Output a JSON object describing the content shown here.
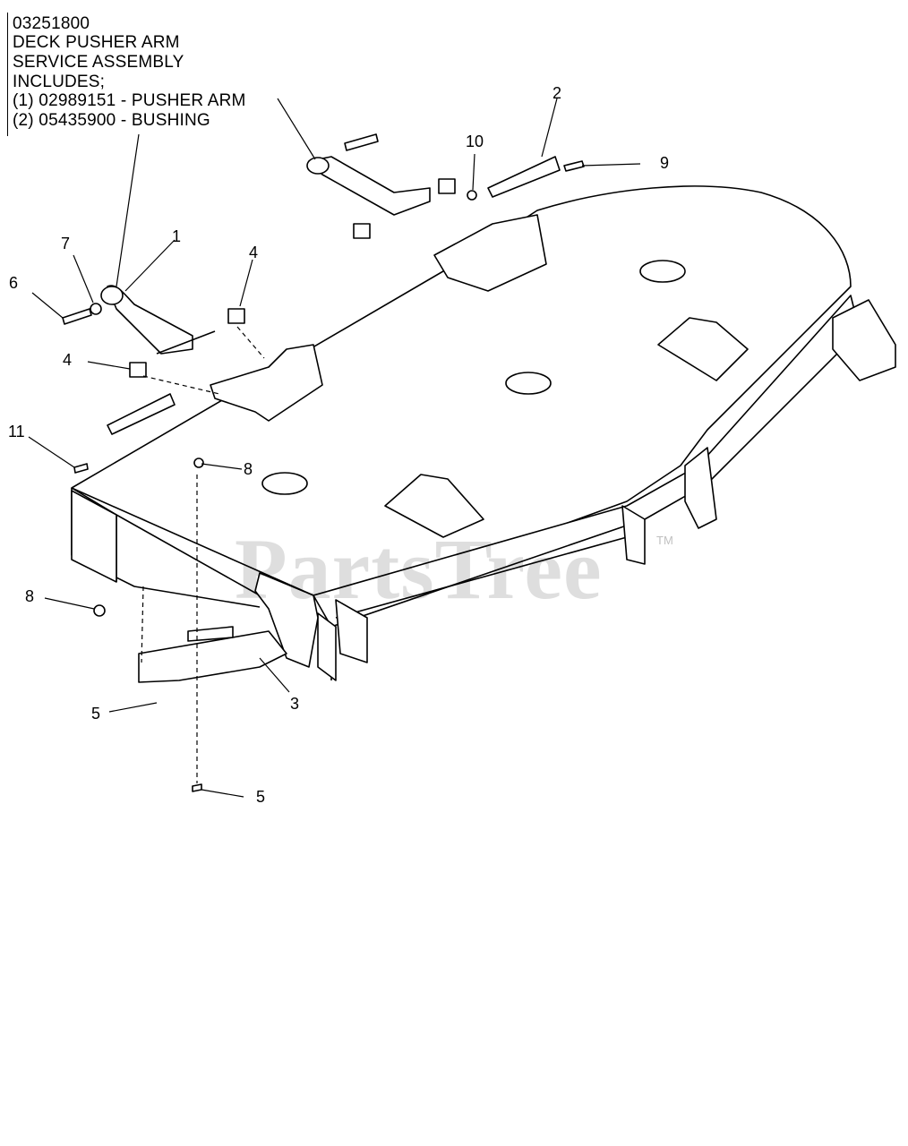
{
  "note": {
    "lines": [
      "03251800",
      "DECK PUSHER ARM",
      "SERVICE ASSEMBLY",
      "INCLUDES;",
      "(1) 02989151 - PUSHER ARM",
      "(2) 05435900 - BUSHING"
    ]
  },
  "callouts": {
    "c1": "1",
    "c2": "2",
    "c3": "3",
    "c4a": "4",
    "c4b": "4",
    "c5a": "5",
    "c5b": "5",
    "c6": "6",
    "c7": "7",
    "c8a": "8",
    "c8b": "8",
    "c9": "9",
    "c10": "10",
    "c11": "11"
  },
  "watermark": {
    "text": "PartsTree",
    "tm": "TM"
  }
}
